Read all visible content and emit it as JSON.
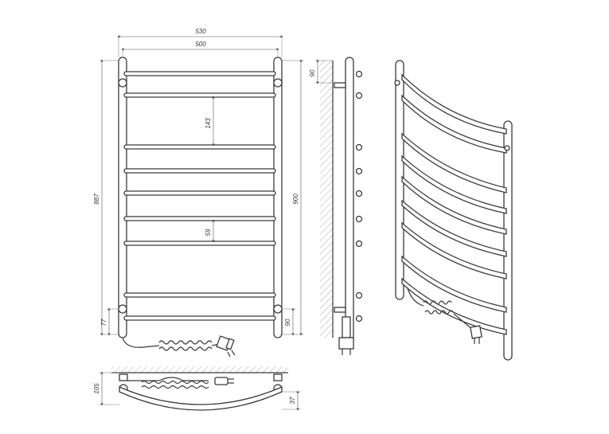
{
  "dimensions": {
    "overall_width": "530",
    "center_width": "500",
    "bar_spacing": "143",
    "small_spacing": "59",
    "overall_height": "887",
    "center_height": "900",
    "bottom_offset_left": "77",
    "bottom_offset_right": "90",
    "top_offset": "90",
    "depth": "105",
    "curve_depth": "37"
  }
}
